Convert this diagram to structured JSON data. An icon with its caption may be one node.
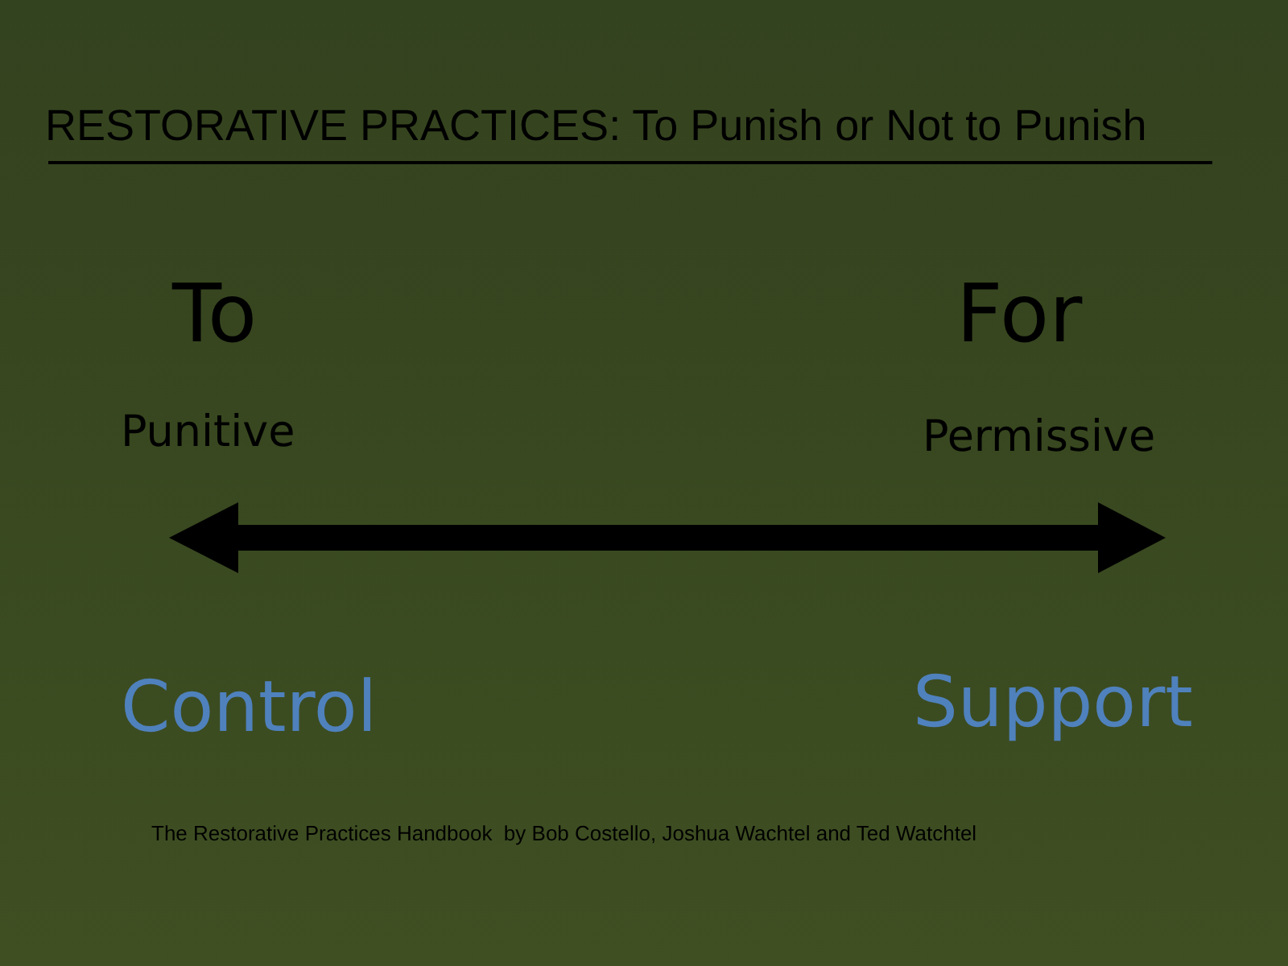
{
  "diagram": {
    "title": "RESTORATIVE PRACTICES: To Punish or Not to Punish",
    "labels": [
      "To",
      "For",
      "Punitive",
      "Permissive",
      "Control",
      "Support",
      "The Restorative Practices Handbook  by Bob Costello, Joshua Wachtel and Ted Watchtel"
    ]
  }
}
